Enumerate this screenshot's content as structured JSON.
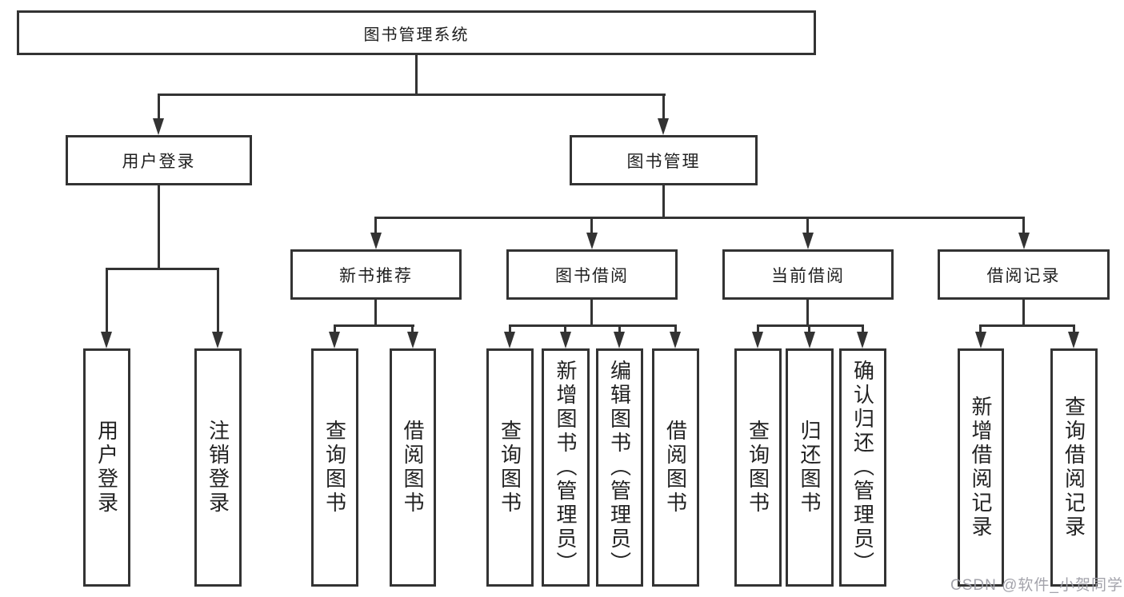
{
  "diagram_type": "hierarchy-tree",
  "colors": {
    "background": "#ffffff",
    "box_border": "#333333",
    "connector_line": "#333333",
    "text": "#1f1f1f",
    "watermark_text": "#9e9ea6"
  },
  "tree": {
    "label": "图书管理系统",
    "children": [
      {
        "label": "用户登录",
        "children": [
          {
            "label": "用户登录"
          },
          {
            "label": "注销登录"
          }
        ]
      },
      {
        "label": "图书管理",
        "children": [
          {
            "label": "新书推荐",
            "children": [
              {
                "label": "查询图书"
              },
              {
                "label": "借阅图书"
              }
            ]
          },
          {
            "label": "图书借阅",
            "children": [
              {
                "label": "查询图书"
              },
              {
                "label": "新增图书（管理员）"
              },
              {
                "label": "编辑图书（管理员）"
              },
              {
                "label": "借阅图书"
              }
            ]
          },
          {
            "label": "当前借阅",
            "children": [
              {
                "label": "查询图书"
              },
              {
                "label": "归还图书"
              },
              {
                "label": "确认归还（管理员）"
              }
            ]
          },
          {
            "label": "借阅记录",
            "children": [
              {
                "label": "新增借阅记录"
              },
              {
                "label": "查询借阅记录"
              }
            ]
          }
        ]
      }
    ]
  },
  "watermark": {
    "text": "CSDN @软件_小贺同学"
  }
}
